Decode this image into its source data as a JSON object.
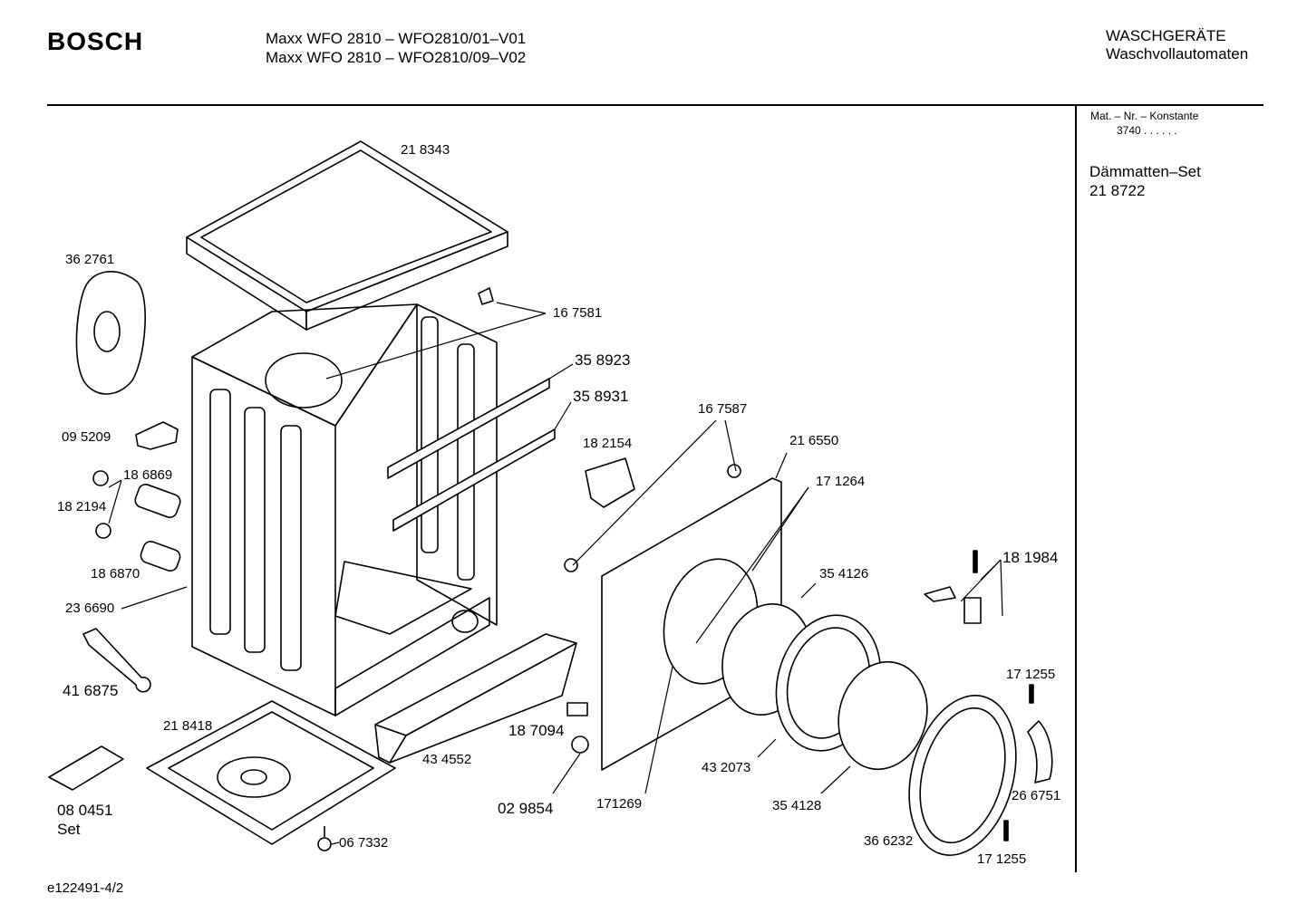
{
  "header": {
    "brand": "BOSCH",
    "model_line_1": "Maxx WFO 2810 – WFO2810/01–V01",
    "model_line_2": "Maxx WFO 2810 – WFO2810/09–V02",
    "category_line_1": "WASCHGERÄTE",
    "category_line_2": "Waschvollautomaten"
  },
  "sidebar": {
    "constant_label": "Mat. – Nr. – Konstante",
    "constant_value": "3740  .  .    .  .  .  .",
    "set_name": "Dämmatten–Set",
    "set_number": "21 8722"
  },
  "parts": {
    "p218343": "21 8343",
    "p362761": "36 2761",
    "p167581": "16 7581",
    "p358923": "35 8923",
    "p358931": "35 8931",
    "p095209": "09 5209",
    "p167587": "16 7587",
    "p182154": "18 2154",
    "p216550": "21 6550",
    "p186869": "18 6869",
    "p182194": "18 2194",
    "p171264": "17 1264",
    "p181984": "18 1984",
    "p354126": "35 4126",
    "p186870": "18 6870",
    "p236690": "23 6690",
    "p416875": "41 6875",
    "p171255a": "17 1255",
    "p218418": "21 8418",
    "p187094": "18 7094",
    "p434552": "43 4552",
    "p432073": "43 2073",
    "p266751": "26 6751",
    "p080451": "08 0451",
    "p080451_set": "Set",
    "p029854": "02 9854",
    "p171269": "171269",
    "p354128": "35 4128",
    "p366232": "36 6232",
    "p067332": "06 7332",
    "p171255b": "17 1255"
  },
  "footer": {
    "drawing_id": "e122491-4/2"
  }
}
